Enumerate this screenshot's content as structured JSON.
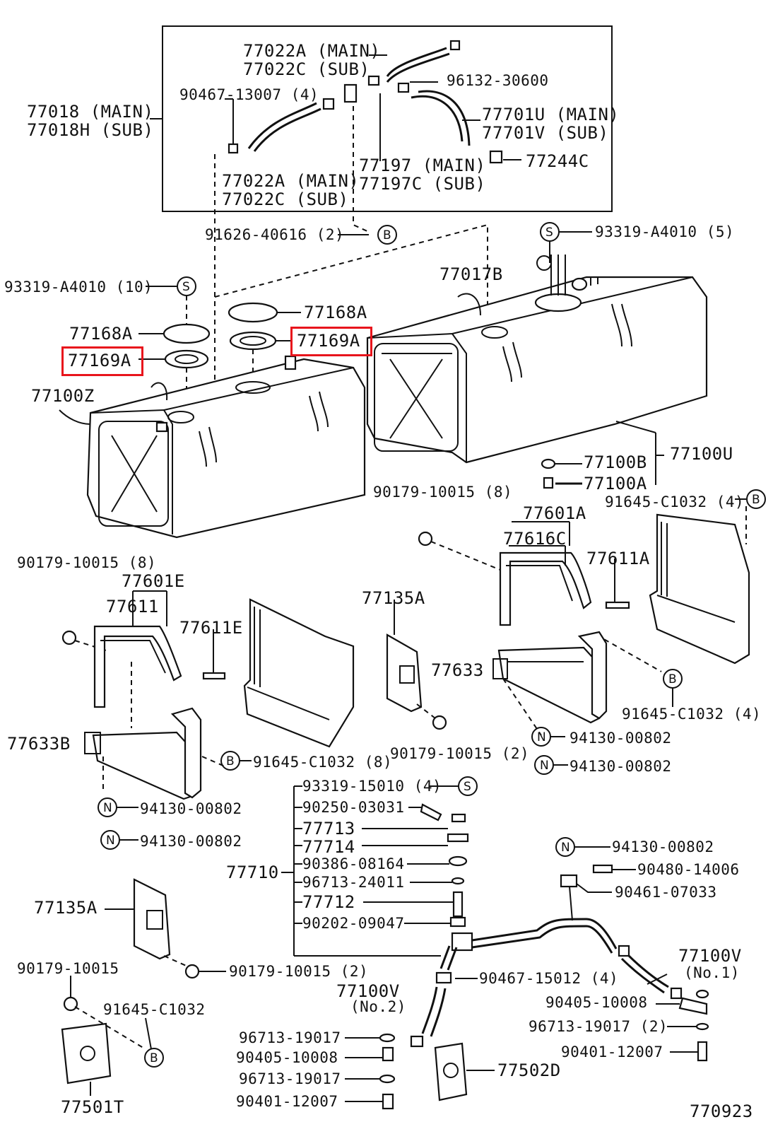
{
  "diagram": {
    "figure_code": "770923",
    "callout_letters": {
      "s": "S",
      "b": "B",
      "n": "N"
    },
    "labels": {
      "p77022a_main_top": "77022A (MAIN)",
      "p77022c_sub_top": "77022C (SUB)",
      "p96132": "96132-30600",
      "p90467_13007": "90467-13007 (4)",
      "p77018_main": "77018  (MAIN)",
      "p77018h_sub": "77018H (SUB)",
      "p77701u_main": "77701U (MAIN)",
      "p77701v_sub": "77701V (SUB)",
      "p77244c": "77244C",
      "p77022a_main_bot": "77022A (MAIN)",
      "p77022c_sub_bot": "77022C (SUB)",
      "p77197_main": "77197  (MAIN)",
      "p77197c_sub": "77197C (SUB)",
      "p91626": "91626-40616 (2)",
      "p93319_a4010_5": "93319-A4010 (5)",
      "p77017b": "77017B",
      "p93319_a4010_10": "93319-A4010 (10)",
      "p77168a_right": "77168A",
      "p77169a_right": "77169A",
      "p77168a_left": "77168A",
      "p77169a_left": "77169A",
      "p77100z": "77100Z",
      "p77100b": "77100B",
      "p77100u": "77100U",
      "p77100a": "77100A",
      "p90179_10015_8_right": "90179-10015 (8)",
      "p91645_c1032_4_top": "91645-C1032 (4)",
      "p77601a": "77601A",
      "p77616c": "77616C",
      "p77611a": "77611A",
      "p90179_10015_8_left": "90179-10015 (8)",
      "p77601e": "77601E",
      "p77611": "77611",
      "p77611e": "77611E",
      "p77135a_mid": "77135A",
      "p77633": "77633",
      "p91645_c1032_4_right": "91645-C1032 (4)",
      "p77633b": "77633B",
      "p94130_r1": "94130-00802",
      "p94130_r2": "94130-00802",
      "p90179_10015_2_mid": "90179-10015 (2)",
      "p91645_c1032_8": "91645-C1032 (8)",
      "p94130_l1": "94130-00802",
      "p94130_l2": "94130-00802",
      "p93319_15010": "93319-15010 (4)",
      "p90250_03031": "90250-03031",
      "p77713": "77713",
      "p77714": "77714",
      "p90386_08164": "90386-08164",
      "p96713_24011": "96713-24011",
      "p77712": "77712",
      "p90202_09047": "90202-09047",
      "p77710": "77710",
      "p94130_lower": "94130-00802",
      "p90480_14006": "90480-14006",
      "p90461_07033": "90461-07033",
      "p77135a_low": "77135A",
      "p90179_10015_low": "90179-10015",
      "p90179_10015_2_low": "90179-10015 (2)",
      "p91645_c1032_low": "91645-C1032",
      "p77100v_no1": "77100V",
      "p77100v_no1_sub": "(No.1)",
      "p90467_15012": "90467-15012 (4)",
      "p77100v_no2": "77100V",
      "p77100v_no2_sub": "(No.2)",
      "p90405_10008_r": "90405-10008",
      "p96713_19017_2": "96713-19017 (2)",
      "p90401_12007_r": "90401-12007",
      "p96713_19017_a": "96713-19017",
      "p90405_10008_l": "90405-10008",
      "p96713_19017_b": "96713-19017",
      "p90401_12007_l": "90401-12007",
      "p77502d": "77502D",
      "p77501t": "77501T"
    },
    "highlight_color": "#e8141c",
    "line_color": "#111111"
  }
}
